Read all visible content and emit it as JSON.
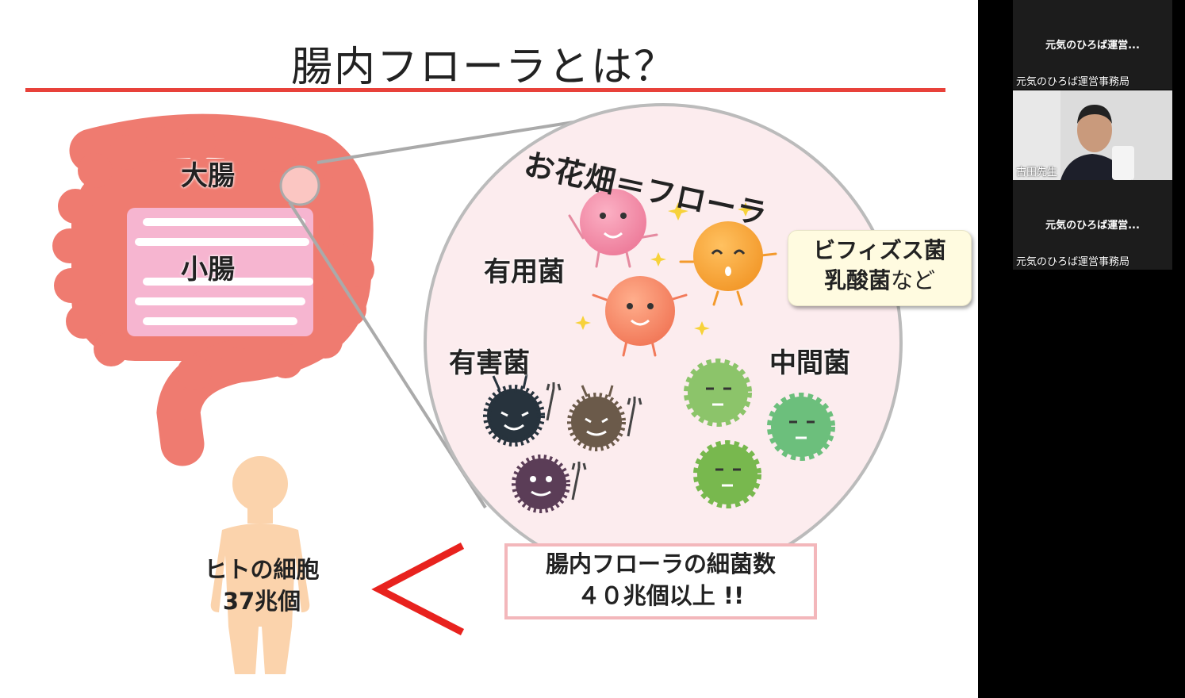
{
  "slide": {
    "title": "腸内フローラとは？",
    "labels": {
      "large_intestine": "大腸",
      "small_intestine": "小腸",
      "flora": "お花畑＝フローラ",
      "good_bacteria": "有用菌",
      "bad_bacteria": "有害菌",
      "neutral_bacteria": "中間菌"
    },
    "callout": {
      "line1": "ビフィズス菌",
      "line2_bold": "乳酸菌",
      "line2_rest": "など"
    },
    "human_cells": {
      "line1": "ヒトの細胞",
      "line2": "37兆個"
    },
    "bacteria_count": {
      "line1": "腸内フローラの細菌数",
      "line2": "４０兆個以上 !!"
    }
  },
  "participants": {
    "tile_top_caption": "元気のひろば運営...",
    "tile_top_name": "元気のひろば運営事務局",
    "video_name": "古田先生",
    "tile_bottom_caption": "元気のひろば運営...",
    "tile_bottom_name": "元気のひろば運営事務局"
  },
  "colors": {
    "accent_red": "#e8413a",
    "intestine": "#ef7b70",
    "good": "#f6a06a",
    "bad": "#33404a",
    "neutral": "#8cc46a"
  }
}
